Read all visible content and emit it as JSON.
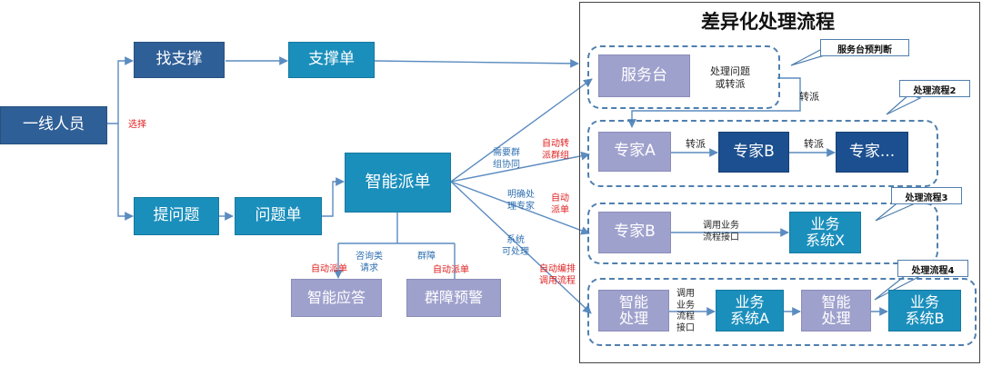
{
  "title": "差异化处理流程",
  "nodes": {
    "yixian": "一线人员",
    "zhaozhicheng": "找支撑",
    "zhichengdan": "支撑单",
    "tiwenti": "提问题",
    "wentidan": "问题单",
    "zhinengpaidan": "智能派单",
    "zhinengyingda": "智能应答",
    "qunzhangyujing": "群障预警",
    "fuwutai": "服务台",
    "zhuanjiaA": "专家A",
    "zhuanjiaB1": "专家B",
    "zhuanjiaEtc": "专家...",
    "zhuanjiaB2": "专家B",
    "yewuX_1": "业务",
    "yewuX_2": "系统X",
    "zhineng1_1": "智能",
    "zhineng1_2": "处理",
    "yewuA_1": "业务",
    "yewuA_2": "系统A",
    "zhineng2_1": "智能",
    "zhineng2_2": "处理",
    "yewuB_1": "业务",
    "yewuB_2": "系统B"
  },
  "labels": {
    "xuanze": "选择",
    "chuli_1": "处理问题",
    "chuli_2": "或转派",
    "zhuanpai_down": "转派",
    "zhuanpai_1": "转派",
    "zhuanpai_2": "转派",
    "xuyao_1": "需要群",
    "xuyao_2": "组协同",
    "zidongzhuan_1": "自动转",
    "zidongzhuan_2": "派群组",
    "mingque_1": "明确处",
    "mingque_2": "理专家",
    "zidongpai_1": "自动",
    "zidongpai_2": "派单",
    "xitong_1": "系统",
    "xitong_2": "可处理",
    "bianpai_1": "自动编排",
    "bianpai_2": "调用流程",
    "diaoyong1_1": "调用业务",
    "diaoyong1_2": "流程接口",
    "diaoyong2_1": "调用",
    "diaoyong2_2": "业务",
    "diaoyong2_3": "流程",
    "diaoyong2_4": "接口",
    "zixun_1": "咨询类",
    "zixun_2": "请求",
    "qunzhang": "群障",
    "zidongpaidan_l": "自动派单",
    "zidongpaidan_r": "自动派单"
  },
  "callouts": {
    "c1": "服务台预判断",
    "c2": "处理流程2",
    "c3": "处理流程3",
    "c4": "处理流程4"
  },
  "colors": {
    "dark_box": "#2f5f97",
    "teal_box": "#1b8fbc",
    "lavender_box": "#9fa1cd",
    "navy_box": "#1c4f8f",
    "red_text": "#e02020",
    "blue_text": "#2f6fb0",
    "dashed": "#4f7fae",
    "line": "#5b8cc0"
  }
}
